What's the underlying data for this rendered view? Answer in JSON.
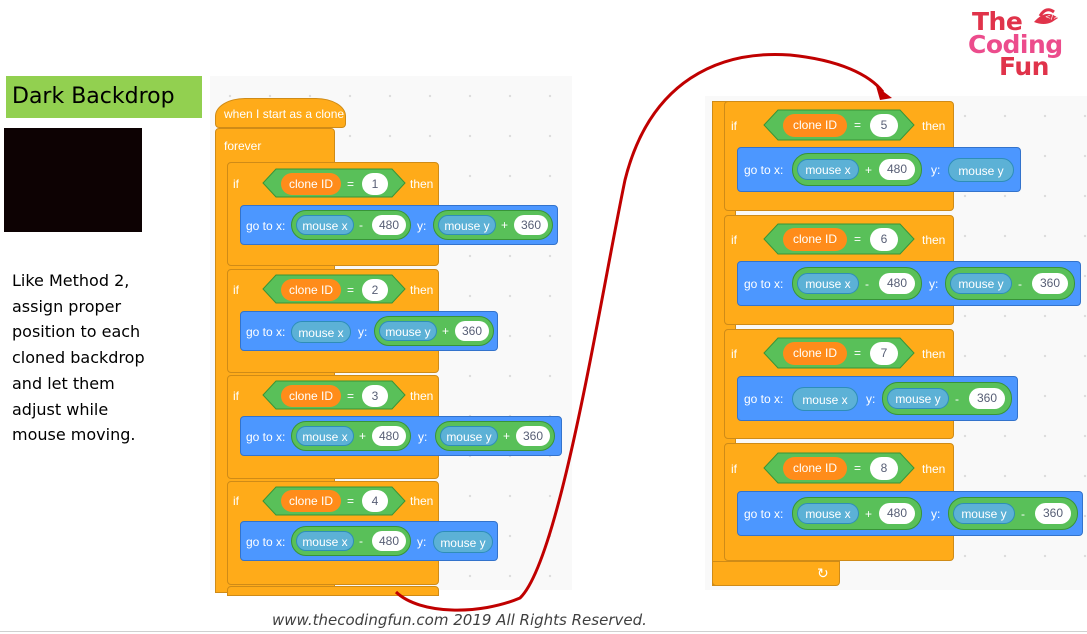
{
  "logo": {
    "line1": "The",
    "line2": "Coding",
    "line3": "Fun",
    "colors": {
      "the": "#e0334a",
      "coding": "#ec4c8c",
      "fun": "#e0334a"
    }
  },
  "slide": {
    "title": "Dark Backdrop",
    "backdrop_color": "#0d0203",
    "description": [
      "Like Method 2,",
      "assign proper",
      "position to each",
      "cloned backdrop",
      "and let them",
      "adjust while",
      "mouse moving."
    ],
    "footer": "www.thecodingfun.com 2019 All Rights Reserved."
  },
  "palette": {
    "control": "#ffab19",
    "motion": "#4c97ff",
    "operators": "#59c059",
    "sensing": "#5cb1d6",
    "variable": "#ff8c1a",
    "arrow": "#c00000"
  },
  "labels": {
    "hat": "when I start as a clone",
    "forever": "forever",
    "if": "if",
    "then": "then",
    "goto": "go to x:",
    "y": "y:",
    "eq": "=",
    "var": "clone ID",
    "mousex": "mouse x",
    "mousey": "mouse y",
    "plus": "+",
    "minus": "-",
    "loop_arrow": "↻"
  },
  "values": {
    "c1": "1",
    "c2": "2",
    "c3": "3",
    "c4": "4",
    "c5": "5",
    "c6": "6",
    "c7": "7",
    "c8": "8",
    "n480": "480",
    "n360": "360"
  }
}
